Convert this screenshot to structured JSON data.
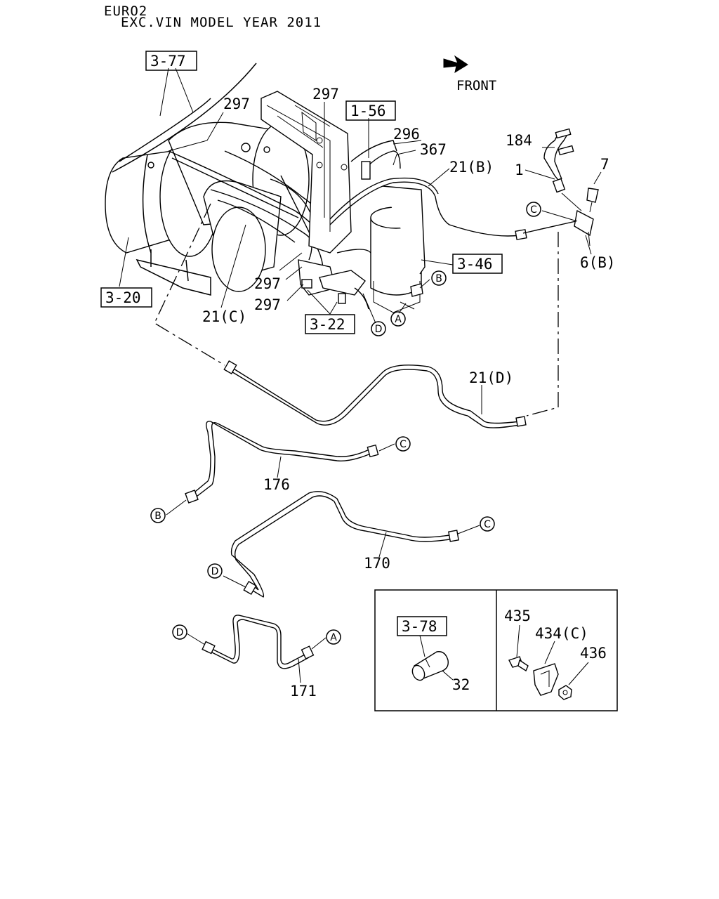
{
  "header": {
    "line1": "EURO2",
    "line2": "EXC.VIN MODEL YEAR 2011"
  },
  "front": {
    "label": "FRONT",
    "icon": "front-direction-arrow-icon"
  },
  "boxed_refs": {
    "r377": "3-77",
    "r156": "1-56",
    "r346": "3-46",
    "r320": "3-20",
    "r322": "3-22",
    "r378": "3-78"
  },
  "part_labels": {
    "p297a": "297",
    "p297b": "297",
    "p297c": "297",
    "p297d": "297",
    "p296": "296",
    "p367": "367",
    "p21b": "21(B)",
    "p184": "184",
    "p1": "1",
    "p7": "7",
    "p6b": "6(B)",
    "p21c": "21(C)",
    "p21d": "21(D)",
    "p176": "176",
    "p170": "170",
    "p171": "171",
    "p435": "435",
    "p434c": "434(C)",
    "p436": "436",
    "p32": "32"
  },
  "connector_letters": {
    "a": "A",
    "b": "B",
    "c": "C",
    "d": "D"
  }
}
